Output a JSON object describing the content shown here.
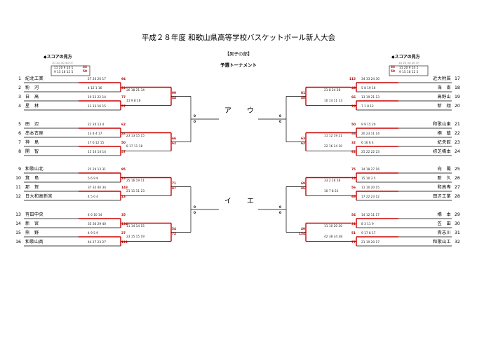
{
  "title": "平成２８年度 和歌山県高等学校バスケットボール新人大会",
  "division": "【男子の部】",
  "round": "予選トーナメント",
  "legend": {
    "heading": "◆スコアの見方",
    "tiny": "1Q 2Q 3Q 4Q OT",
    "row1": "11 20 9 14 1",
    "row2": "9 15 18 12 5",
    "t1": "55",
    "t2": "59"
  },
  "blocks": [
    "ア",
    "イ",
    "ウ",
    "エ"
  ],
  "teams_left": [
    {
      "no": "1",
      "name": "紀北工業"
    },
    {
      "no": "2",
      "name": "粉　河"
    },
    {
      "no": "3",
      "name": "日　高"
    },
    {
      "no": "4",
      "name": "星　林"
    },
    {
      "no": "5",
      "name": "田　辺"
    },
    {
      "no": "6",
      "name": "串本古座"
    },
    {
      "no": "7",
      "name": "神　島"
    },
    {
      "no": "8",
      "name": "開　智"
    },
    {
      "no": "9",
      "name": "和歌山北"
    },
    {
      "no": "10",
      "name": "箕　島"
    },
    {
      "no": "11",
      "name": "那　賀"
    },
    {
      "no": "12",
      "name": "日大和高新宮"
    },
    {
      "no": "13",
      "name": "有田中央"
    },
    {
      "no": "14",
      "name": "新　宮"
    },
    {
      "no": "15",
      "name": "熊　野"
    },
    {
      "no": "16",
      "name": "和歌山商"
    }
  ],
  "teams_right": [
    {
      "no": "17",
      "name": "近大附属"
    },
    {
      "no": "18",
      "name": "海　南"
    },
    {
      "no": "19",
      "name": "高野山"
    },
    {
      "no": "20",
      "name": "新　翔"
    },
    {
      "no": "21",
      "name": "和歌山東"
    },
    {
      "no": "22",
      "name": "桐　蔭"
    },
    {
      "no": "23",
      "name": "紀央館"
    },
    {
      "no": "24",
      "name": "初芝橋本"
    },
    {
      "no": "25",
      "name": "向　陽"
    },
    {
      "no": "26",
      "name": "耐　久"
    },
    {
      "no": "27",
      "name": "和高専"
    },
    {
      "no": "28",
      "name": "田辺工業"
    },
    {
      "no": "29",
      "name": "橋　本"
    },
    {
      "no": "30",
      "name": "笠　田"
    },
    {
      "no": "31",
      "name": "貴志川"
    },
    {
      "no": "32",
      "name": "和歌山工"
    }
  ],
  "r1_left": [
    {
      "q1": "27 20 26 17",
      "q2": "4 12 1 16",
      "s1": "94",
      "s2": "33"
    },
    {
      "q1": "19 22 22 14",
      "q2": "13 13 16 15",
      "s1": "77",
      "s2": "57"
    },
    {
      "q1": "21 24 13 4",
      "q2": "13 4 4 17",
      "s1": "62",
      "s2": "38"
    },
    {
      "q1": "17 6 12 15",
      "q2": "15 14 14 14",
      "s1": "50",
      "s2": "57"
    },
    {
      "q1": "25 24 13 31",
      "q2": "5 6 9 9",
      "s1": "95",
      "s2": "29"
    },
    {
      "q1": "37 32 40 34",
      "q2": "4 5 0 4",
      "s1": "143",
      "s2": "13"
    },
    {
      "q1": "4 6 10 14",
      "q2": "35 30 29 40",
      "s1": "35",
      "s2": "134"
    },
    {
      "q1": "4 9 5 9",
      "q2": "44 27 23 27",
      "s1": "27",
      "s2": "121"
    }
  ],
  "r2_left": [
    {
      "q1": "26 18 21 34",
      "q2": "11 9 8 16",
      "s1": "99",
      "s2": "44"
    },
    {
      "q1": "23 13 15 15",
      "q2": "8 17 11 18",
      "s1": "66",
      "s2": "62"
    },
    {
      "q1": "25 16 19 11",
      "q2": "21 11 11 23",
      "s1": "71",
      "s2": "47"
    },
    {
      "q1": "11 14 14 15",
      "q2": "23 15 15 19",
      "s1": "54",
      "s2": "72"
    }
  ],
  "r1_right": [
    {
      "q1": "34 33 24 30",
      "q2": "5 8 19 16",
      "s1": "115",
      "s2": "48"
    },
    {
      "q1": "13 19 21 13",
      "q2": "7 1 8 12",
      "s1": "66",
      "s2": "28"
    },
    {
      "q1": "9 9 15 20",
      "q2": "20 23 11 14",
      "s1": "50",
      "s2": "68"
    },
    {
      "q1": "6 16 6 4",
      "q2": "25 22 22 23",
      "s1": "32",
      "s2": "92"
    },
    {
      "q1": "14 18 27 16",
      "q2": "15 10 3 5",
      "s1": "75",
      "s2": "33"
    },
    {
      "q1": "11 10 20 15",
      "q2": "17 22 23 12",
      "s1": "56",
      "s2": "69"
    },
    {
      "q1": "14 12 11 17",
      "q2": "8 3 11 9",
      "s1": "54",
      "s2": "31"
    },
    {
      "q1": "9 17 8 17",
      "q2": "21 19 20 17",
      "s1": "51",
      "s2": "77"
    }
  ],
  "r2_right": [
    {
      "q1": "21 8 24 28",
      "q2": "10 14 11 13",
      "s1": "81",
      "s2": "48"
    },
    {
      "q1": "11 12 19 21",
      "q2": "22 16 14 10",
      "s1": "63",
      "s2": "62"
    },
    {
      "q1": "33 2 16 18",
      "q2": "10 7 8 21",
      "s1": "69",
      "s2": "46"
    },
    {
      "q1": "11 10 20 20",
      "q2": "42 38 34 38",
      "s1": "49",
      "s2": "154"
    }
  ],
  "final_scores": {
    "a_top": "0",
    "a_bot": "0",
    "i_top": "0",
    "i_bot": "0",
    "u_top": "0",
    "u_bot": "0",
    "e_top": "0",
    "e_bot": "0"
  }
}
